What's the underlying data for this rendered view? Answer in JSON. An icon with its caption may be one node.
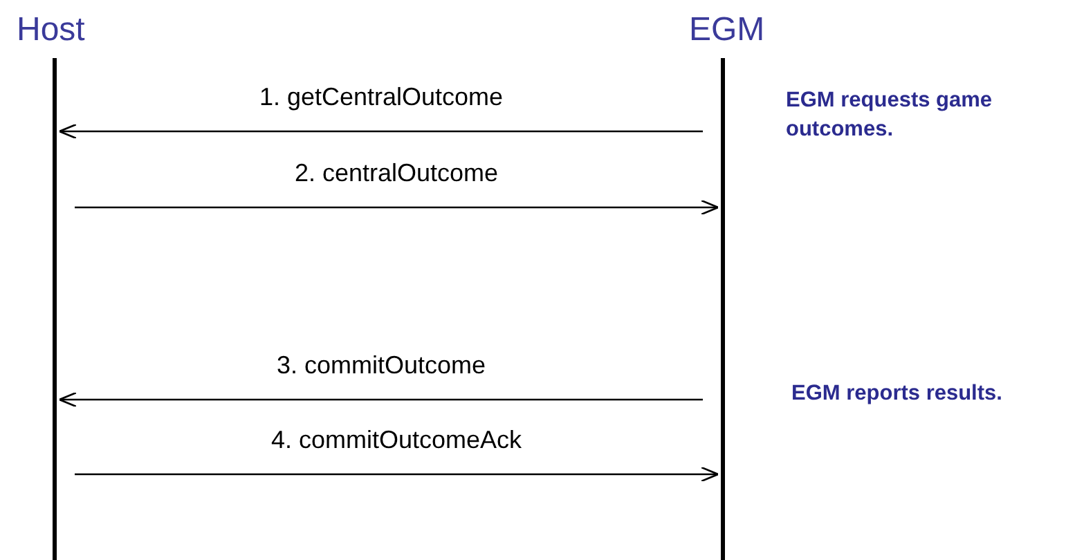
{
  "diagram": {
    "nodes": [
      {
        "text": [
          "Host"
        ]
      },
      {
        "text": [
          "EGM"
        ]
      },
      {
        "text": [],
        "shape": "bar"
      },
      {
        "text": [],
        "shape": "bar"
      }
    ],
    "edges": [
      {
        "from": 3,
        "to": 2,
        "arrow": "to",
        "label": "1. getCentralOutcome"
      },
      {
        "from": 2,
        "to": 3,
        "arrow": "to",
        "label": "2. centralOutcome"
      },
      {
        "from": 3,
        "to": 2,
        "arrow": "to",
        "label": "3. commitOutcome"
      },
      {
        "from": 2,
        "to": 3,
        "arrow": "to",
        "label": "4. commitOutcomeAck"
      }
    ],
    "labels": [
      "EGM requests game outcomes.",
      "EGM reports results."
    ]
  }
}
